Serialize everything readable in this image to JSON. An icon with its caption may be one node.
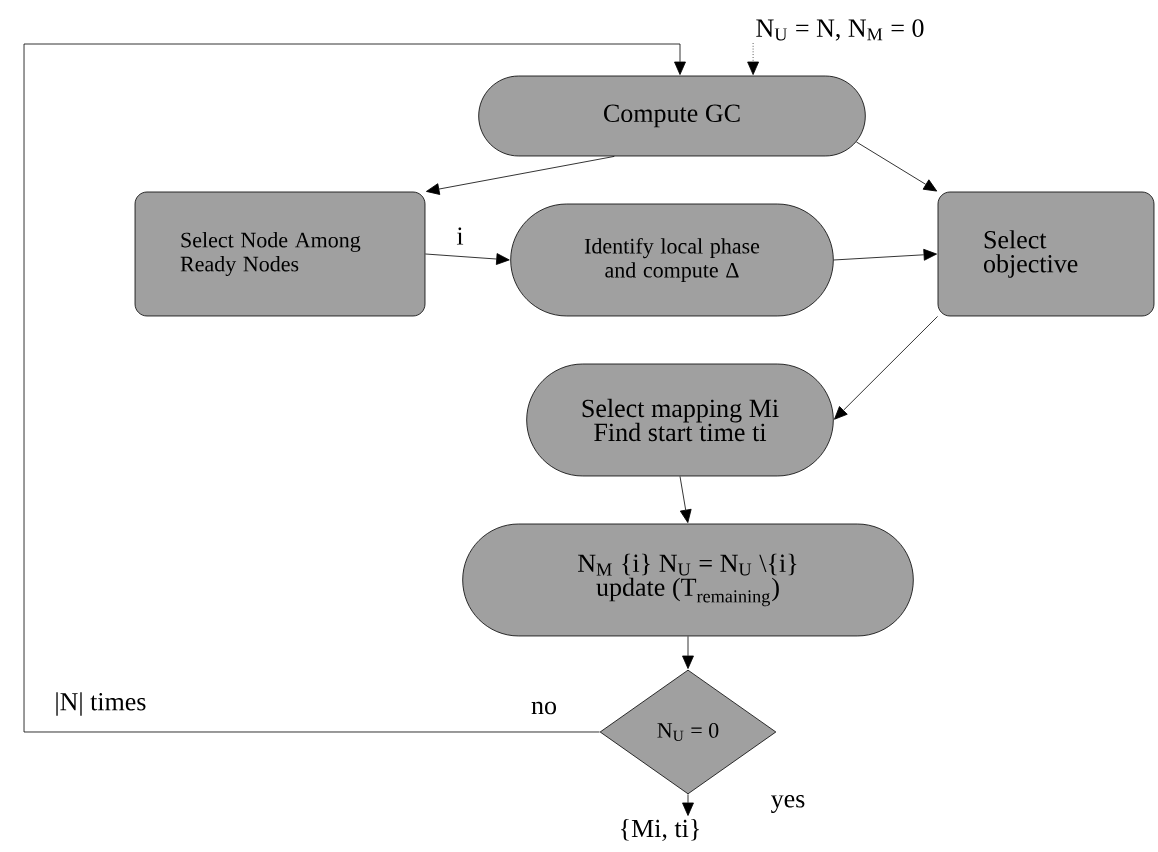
{
  "diagram": {
    "nodes": [
      {
        "text": [
          "Compute GC"
        ]
      },
      {
        "text": [
          "Select Node Among Ready Nodes"
        ]
      },
      {
        "text": [
          "Identify local phase and compute Δ"
        ]
      },
      {
        "text": [
          "Select objective"
        ]
      },
      {
        "text": [
          "Select mapping Mi",
          "Find start time ti"
        ]
      },
      {
        "text": [
          "N$_{M}$ {i} N$_{U}$ = N$_{U}$ \\{i}",
          "\\text{update (T}_{\\text{remaining}}\\text{)}"
        ]
      },
      {
        "text": [
          "N$_{U}$ = 0"
        ]
      },
      {
        "text": [
          "{Mi, ti}"
        ]
      },
      {
        "text": [
          "N$_{U}$ = N, N$_{M}$ = 0"
        ]
      }
    ],
    "edges": [
      {
        "from": 0,
        "to": 1,
        "arrow": "to"
      },
      {
        "from": 0,
        "to": 3,
        "arrow": "to"
      },
      {
        "from": 1,
        "to": 2,
        "arrow": "to",
        "label": "i"
      },
      {
        "from": 2,
        "to": 3,
        "arrow": "to"
      },
      {
        "from": 3,
        "to": 4,
        "arrow": "to"
      },
      {
        "from": 4,
        "to": 5,
        "arrow": "to"
      },
      {
        "from": 5,
        "to": 6,
        "arrow": "to"
      },
      {
        "from": 6,
        "to": 0,
        "arrow": "to",
        "label": "no"
      },
      {
        "from": 6,
        "to": 7,
        "arrow": "to",
        "label": "yes"
      },
      {
        "from": 8,
        "to": 0,
        "arrow": "to",
        "style": "dashed"
      }
    ],
    "labels": [
      "|N| times"
    ]
  }
}
